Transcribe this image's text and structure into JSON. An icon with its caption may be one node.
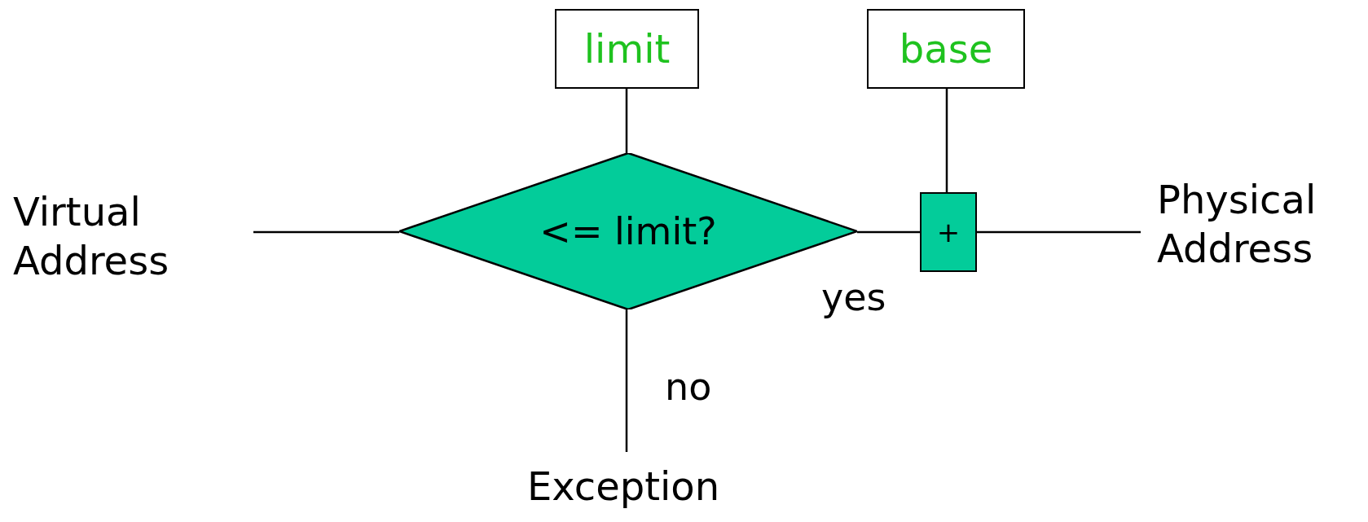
{
  "diagram": {
    "nodes": [
      {
        "text": [
          "Virtual Address"
        ]
      },
      {
        "text": [
          "limit"
        ]
      },
      {
        "text": [
          "base"
        ]
      },
      {
        "text": [
          "<= limit?"
        ]
      },
      {
        "text": [
          "+"
        ]
      },
      {
        "text": [
          "Physical Address"
        ]
      },
      {
        "text": [
          "Exception"
        ]
      }
    ],
    "edges": [
      {
        "from": 0,
        "to": 3,
        "arrow": "none"
      },
      {
        "from": 1,
        "to": 3,
        "arrow": "none"
      },
      {
        "from": 2,
        "to": 4,
        "arrow": "none"
      },
      {
        "from": 3,
        "to": 4,
        "label": "yes",
        "arrow": "none"
      },
      {
        "from": 4,
        "to": 5,
        "arrow": "none"
      },
      {
        "from": 3,
        "to": 6,
        "label": "no",
        "arrow": "none"
      }
    ]
  }
}
